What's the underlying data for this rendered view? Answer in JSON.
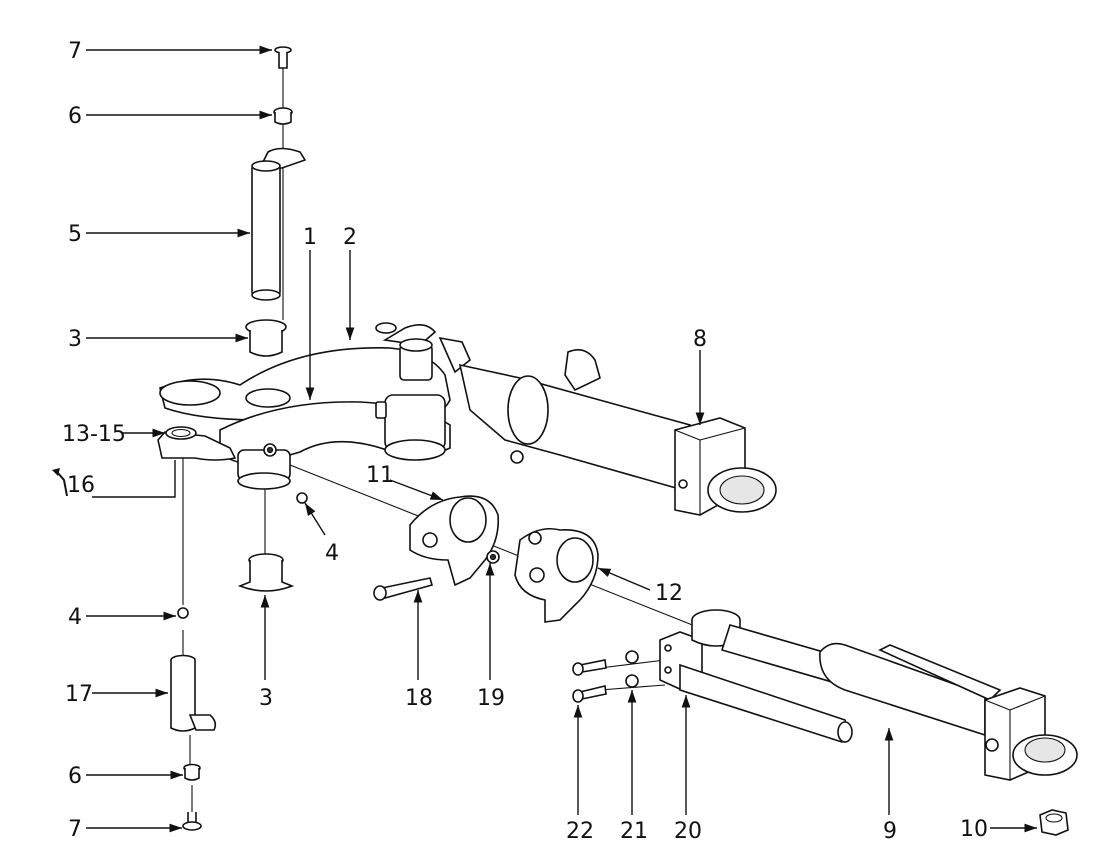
{
  "labels": {
    "l7_top": "7",
    "l6_top": "6",
    "l5": "5",
    "l1": "1",
    "l2": "2",
    "l8": "8",
    "l3_top": "3",
    "l13_15": "13-15",
    "l16": "16",
    "l11": "11",
    "l4_mid": "4",
    "l12": "12",
    "l3_bot": "3",
    "l18": "18",
    "l19": "19",
    "l4_left": "4",
    "l17": "17",
    "l6_bot": "6",
    "l7_bot": "7",
    "l22": "22",
    "l21": "21",
    "l20": "20",
    "l9": "9",
    "l10": "10"
  },
  "icons": {
    "wrench": "wrench-icon"
  },
  "colors": {
    "line": "#111111",
    "background": "#ffffff"
  }
}
